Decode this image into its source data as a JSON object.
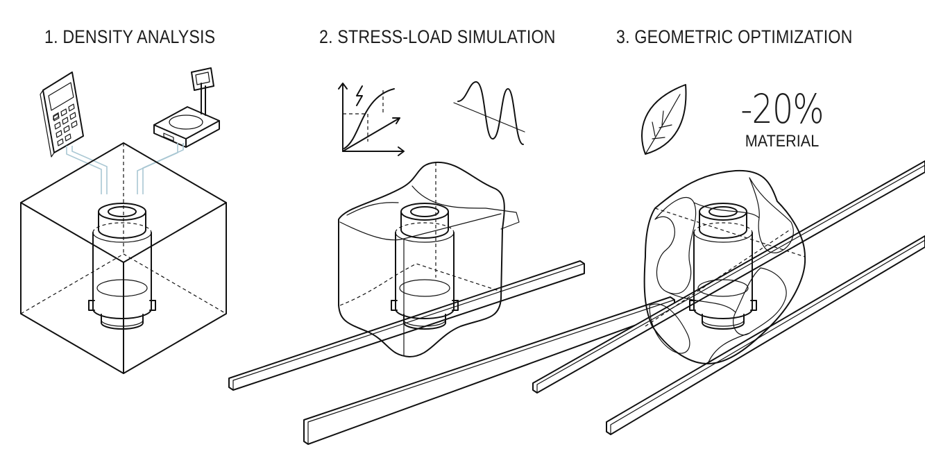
{
  "steps": [
    {
      "title": "1. DENSITY ANALYSIS"
    },
    {
      "title": "2. STRESS-LOAD SIMULATION"
    },
    {
      "title": "3. GEOMETRIC OPTIMIZATION"
    }
  ],
  "optimization": {
    "value": "-20%",
    "label": "MATERIAL"
  },
  "icons": [
    "calculator-icon",
    "scale-icon",
    "stress-strain-graph-icon",
    "waveform-icon",
    "leaf-icon"
  ],
  "colors": {
    "line": "#111111",
    "connector": "#a9c7d3",
    "background": "#ffffff"
  }
}
